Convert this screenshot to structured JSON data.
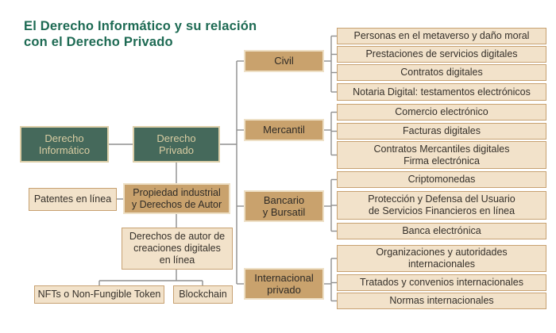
{
  "title": {
    "lines": [
      "El Derecho Informático y su relación",
      "con el Derecho Privado"
    ]
  },
  "colors": {
    "title_green": "#1d6a53",
    "node_green_fill": "#45695b",
    "node_green_text": "#d9cca2",
    "tan_fill": "#c9a26d",
    "cream_fill": "#f2e2ca",
    "cream_border": "#c7a171",
    "connector_gray": "#8f8f8f"
  },
  "nodes": {
    "derecho_informatico": {
      "lines": [
        "Derecho",
        "Informático"
      ]
    },
    "derecho_privado": {
      "lines": [
        "Derecho",
        "Privado"
      ]
    },
    "propiedad_industrial": {
      "lines": [
        "Propiedad industrial",
        "y Derechos de Autor"
      ]
    },
    "patentes": {
      "label": "Patentes en línea"
    },
    "derechos_autor_digital": {
      "lines": [
        "Derechos de autor de",
        "creaciones digitales",
        "en línea"
      ]
    },
    "nfts": {
      "label": "NFTs o Non-Fungible Token"
    },
    "blockchain": {
      "label": "Blockchain"
    }
  },
  "branches": [
    {
      "label": "Civil",
      "children": [
        {
          "label": "Personas en el metaverso y daño moral"
        },
        {
          "label": "Prestaciones de servicios digitales"
        },
        {
          "label": "Contratos digitales"
        },
        {
          "label": "Notaria Digital: testamentos electrónicos"
        }
      ]
    },
    {
      "label": "Mercantil",
      "children": [
        {
          "label": "Comercio electrónico"
        },
        {
          "label": "Facturas digitales"
        },
        {
          "lines": [
            "Contratos Mercantiles digitales",
            "Firma electrónica"
          ]
        }
      ]
    },
    {
      "lines": [
        "Bancario",
        "y Bursatil"
      ],
      "children": [
        {
          "label": "Criptomonedas"
        },
        {
          "lines": [
            "Protección y Defensa del Usuario",
            "de Servicios Financieros en línea"
          ]
        },
        {
          "label": "Banca electrónica"
        }
      ]
    },
    {
      "lines": [
        "Internacional",
        "privado"
      ],
      "children": [
        {
          "lines": [
            "Organizaciones y autoridades",
            "internacionales"
          ]
        },
        {
          "label": "Tratados y convenios internacionales"
        },
        {
          "label": "Normas internacionales"
        }
      ]
    }
  ]
}
